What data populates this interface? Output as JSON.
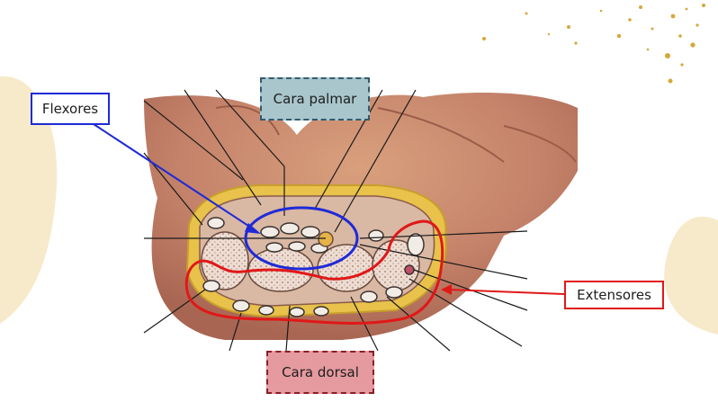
{
  "labels": {
    "flexores": "Flexores",
    "cara_palmar": "Cara palmar",
    "extensores": "Extensores",
    "cara_dorsal": "Cara dorsal"
  },
  "colors": {
    "flexor_outline": "#1f2ad6",
    "extensor_outline": "#e01818",
    "palmar_box": "#a8c6cc",
    "dorsal_box": "#e59a9f",
    "skin": "#c98a6a",
    "fat": "#e8c24a",
    "bone": "#e9d9cf",
    "decor_blob": "#f3e5bd",
    "decor_dots": "#d6a73a"
  }
}
